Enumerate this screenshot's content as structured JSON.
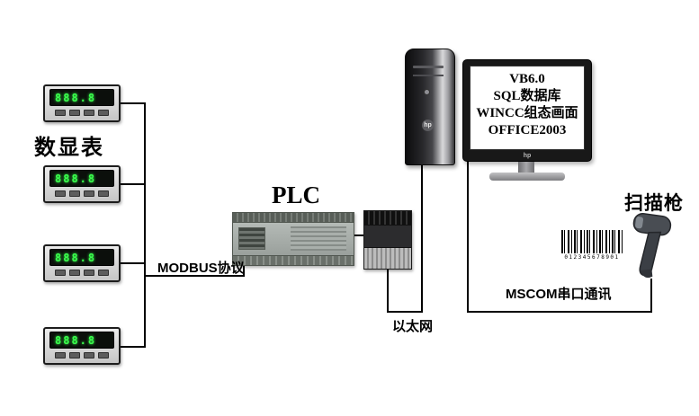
{
  "labels": {
    "meters_group": "数显表",
    "plc": "PLC",
    "scanner": "扫描枪"
  },
  "connections": {
    "modbus_label": "MODBUS协议",
    "ethernet_label": "以太网",
    "mscom_label": "MSCOM串口通讯"
  },
  "meters": {
    "items": [
      {
        "display": "888.8"
      },
      {
        "display": "888.8"
      },
      {
        "display": "888.8"
      },
      {
        "display": "888.8"
      }
    ]
  },
  "computer": {
    "brand": "hp",
    "screen_lines": [
      "VB6.0",
      "SQL数据库",
      "WINCC组态画面",
      "OFFICE2003"
    ]
  },
  "scanner": {
    "barcode_caption": "012345678901"
  },
  "colors": {
    "line": "#000000",
    "led_green": "#3aff4d"
  }
}
